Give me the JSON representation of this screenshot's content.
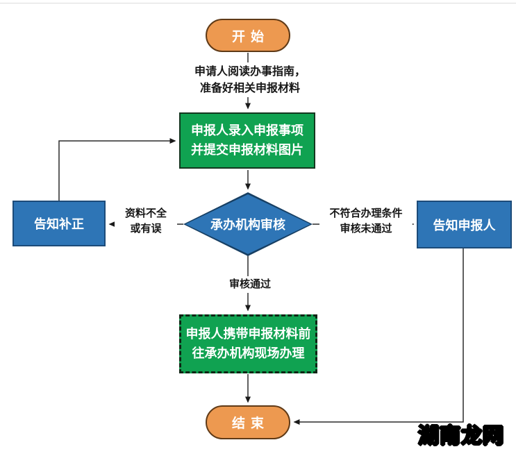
{
  "flowchart": {
    "start": "开始",
    "note_prepare_line1": "申请人阅读办事指南，",
    "note_prepare_line2": "准备好相关申报材料",
    "entry_line1": "申报人录入申报事项",
    "entry_line2": "并提交申报材料图片",
    "review": "承办机构审核",
    "notify_correction": "告知补正",
    "notify_applicant": "告知申报人",
    "edge_incomplete_line1": "资料不全",
    "edge_incomplete_line2": "或有误",
    "edge_fail_line1": "不符合办理条件",
    "edge_fail_line2": "审核未通过",
    "edge_pass": "审核通过",
    "onsite_line1": "申报人携带申报材料前",
    "onsite_line2": "往承办机构现场办理",
    "end": "结束"
  },
  "watermark": {
    "part_orange": "湖南",
    "part_white": "龙网"
  },
  "colors": {
    "node_orange": "#ED9950",
    "node_green": "#10A251",
    "node_blue": "#2E75B6",
    "line": "#222222",
    "watermark_orange": "#F4771F"
  }
}
